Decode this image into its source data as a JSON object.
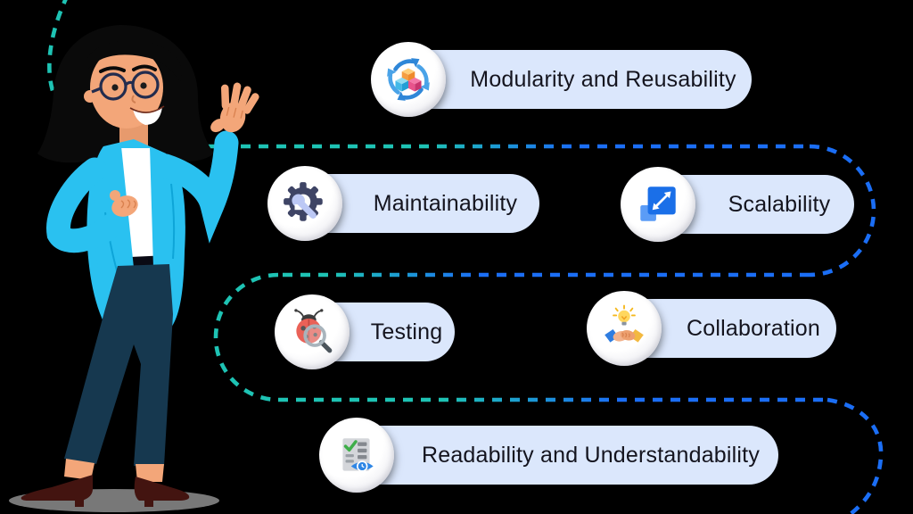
{
  "title": "Good coding practices infographic",
  "character": {
    "alt": "smiling woman with glasses in cyan jacket presenting"
  },
  "colors": {
    "background": "#000000",
    "pill_background": "#dbe7fc",
    "pill_text": "#14141e",
    "dotted_teal": "#1ec3b4",
    "dotted_blue": "#1b6ef5",
    "jacket_cyan": "#2ac1f0",
    "pants_navy": "#16384f",
    "skin": "#f3a679"
  },
  "items": [
    {
      "id": "modularity",
      "label": "Modularity and Reusability",
      "icon": "cycle-cubes-icon"
    },
    {
      "id": "maintainability",
      "label": "Maintainability",
      "icon": "gear-wrench-icon"
    },
    {
      "id": "scalability",
      "label": "Scalability",
      "icon": "resize-squares-icon"
    },
    {
      "id": "testing",
      "label": "Testing",
      "icon": "bug-magnifier-icon"
    },
    {
      "id": "collaboration",
      "label": "Collaboration",
      "icon": "handshake-idea-icon"
    },
    {
      "id": "readability",
      "label": "Readability and Understandability",
      "icon": "checklist-eye-icon"
    }
  ]
}
